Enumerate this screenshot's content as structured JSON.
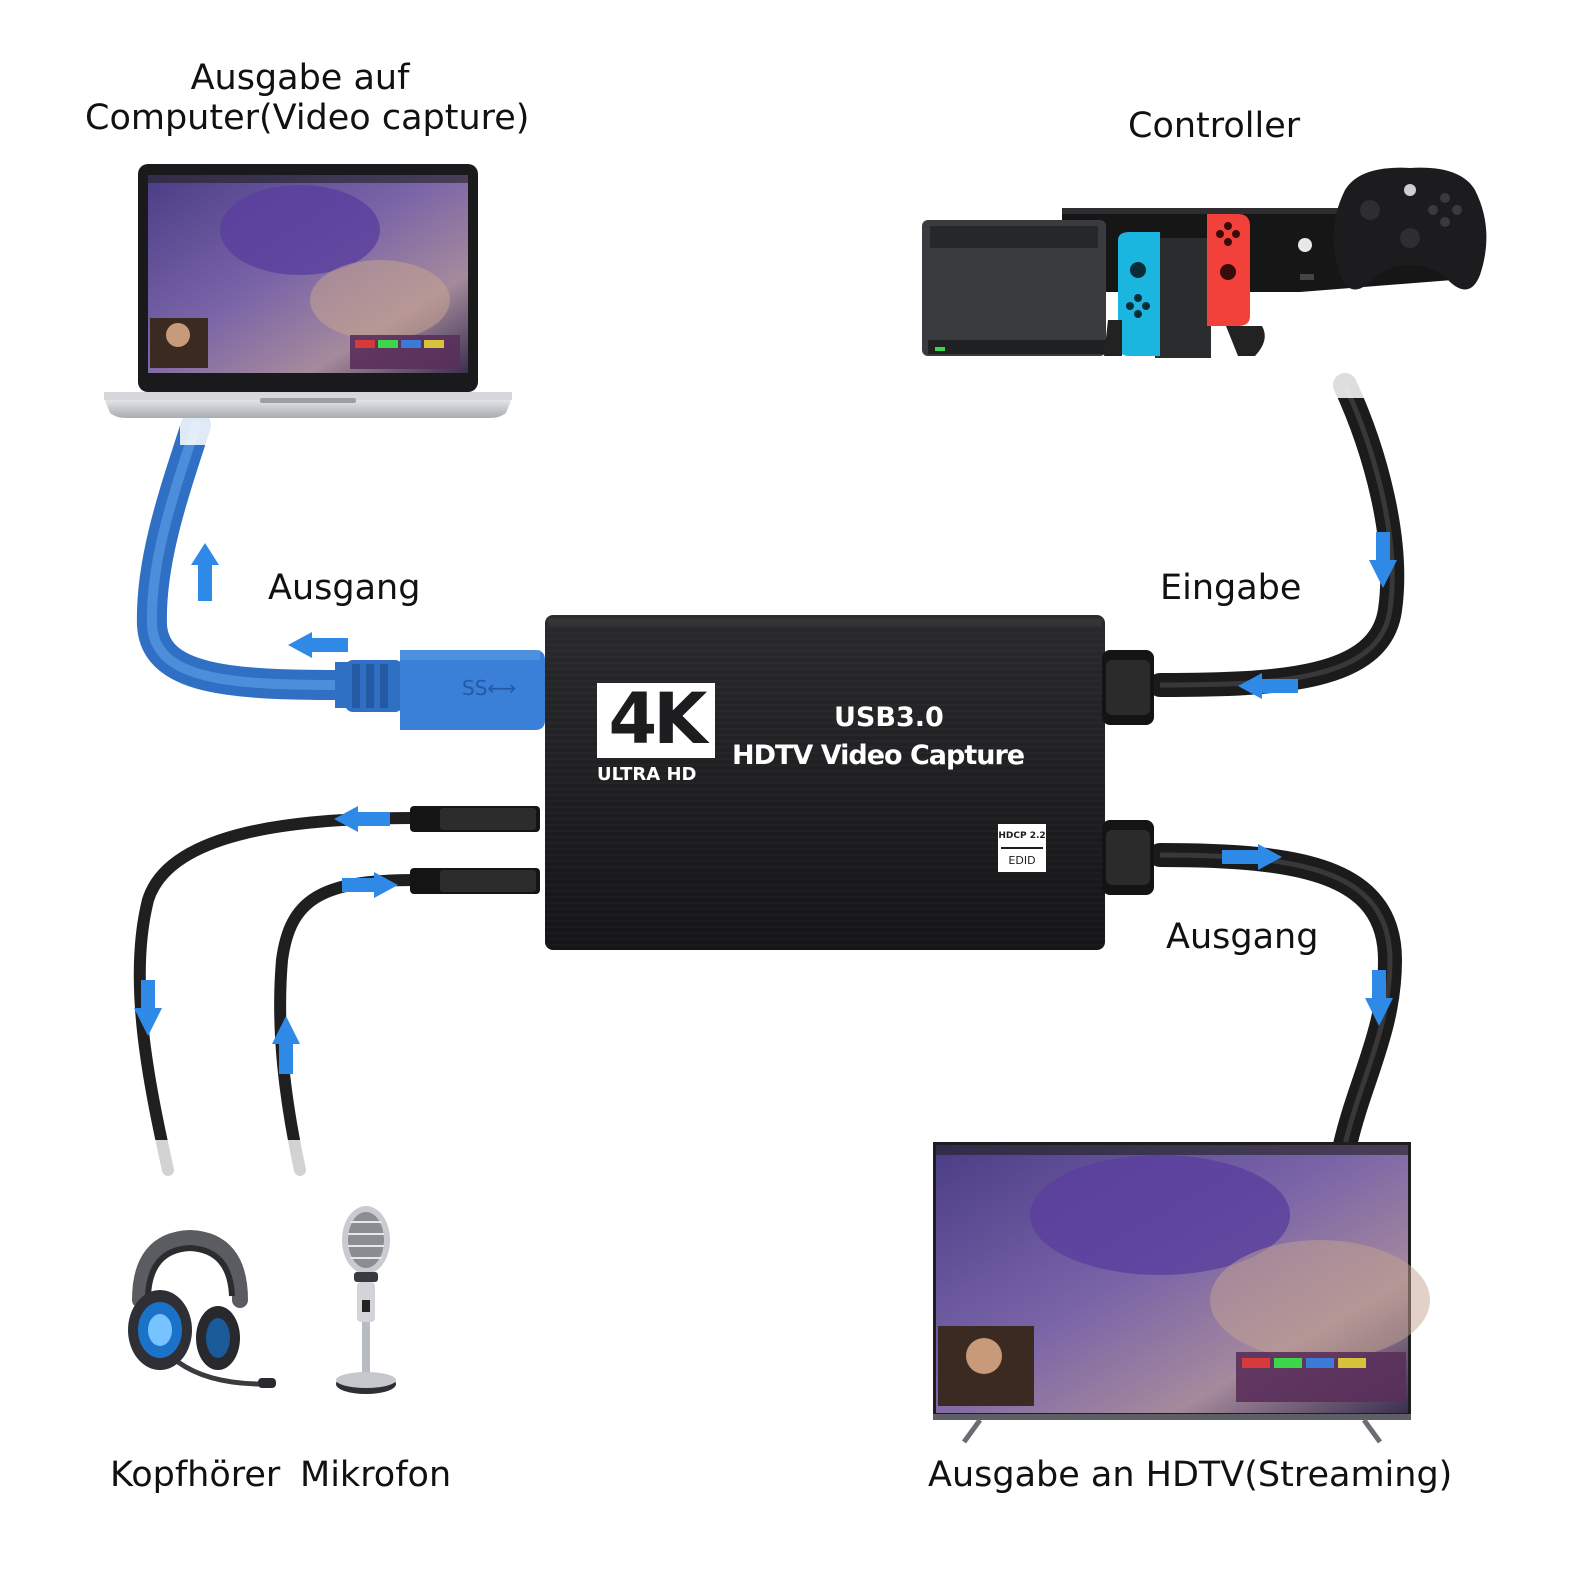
{
  "labels": {
    "computer_line1": "Ausgabe auf",
    "computer_line2": "Computer(Video capture)",
    "controller": "Controller",
    "usb_output": "Ausgang",
    "hdmi_input": "Eingabe",
    "hdmi_output": "Ausgang",
    "headphones": "Kopfhörer",
    "microphone": "Mikrofon",
    "hdtv": "Ausgabe an HDTV(Streaming)"
  },
  "device": {
    "logo_big": "4K",
    "logo_sub": "ULTRA HD",
    "usb_label": "USB3.0",
    "product_name": "HDTV Video Capture",
    "badge_line1": "HDCP 2.2",
    "badge_line2": "EDID",
    "usb_plug_marking": "SS⟷"
  },
  "colors": {
    "usb_cable": "#3a7fd8",
    "arrow": "#2e8ae6",
    "device_body": "#1d1d1f",
    "joycon_left": "#1bb6e0",
    "joycon_right": "#f2403a",
    "black_cable": "#1b1b1b"
  },
  "icons": [
    "laptop-icon",
    "console-icon",
    "headphones-icon",
    "microphone-icon",
    "tv-icon"
  ]
}
